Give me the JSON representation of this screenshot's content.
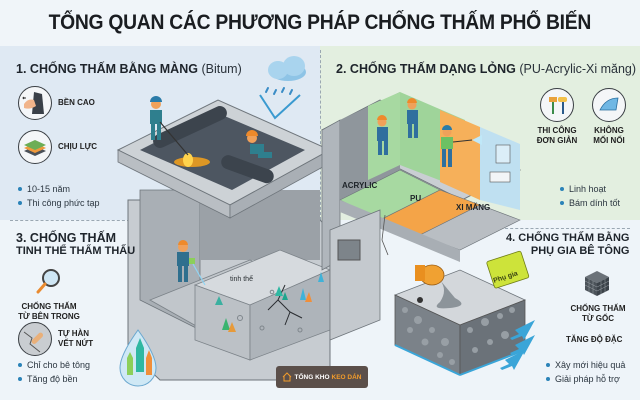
{
  "title": "TỔNG QUAN CÁC PHƯƠNG PHÁP CHỐNG THẤM PHỔ BIẾN",
  "colors": {
    "q1_bg": "#dfe9f3",
    "q2_bg": "#e3efe0",
    "bottom_bg": "#eef4f9",
    "bullet": "#2b83b8",
    "acrylic": "#9fd49a",
    "pu": "#f4a448",
    "ximang": "#b9bec3",
    "concrete": "#b4b9be",
    "arrow_blue": "#3aa5d8",
    "logo_bg": "#5b4f4a",
    "logo_accent": "#f39c2b"
  },
  "sections": [
    {
      "number": "1.",
      "title": "CHỐNG THẤM BẰNG MÀNG",
      "subtitle": "(Bitum)",
      "features": [
        {
          "icon": "stretch-membrane-icon",
          "label": "BỀN CAO"
        },
        {
          "icon": "layers-icon",
          "label": "CHỊU LỰC"
        }
      ],
      "bullets": [
        "10-15 năm",
        "Thi công phức tạp"
      ]
    },
    {
      "number": "2.",
      "title": "CHỐNG THẤM DẠNG LỎNG",
      "subtitle": "(PU-Acrylic-Xi măng)",
      "features": [
        {
          "icon": "brush-roller-icon",
          "label_line1": "THI CÔNG",
          "label_line2": "ĐƠN GIẢN"
        },
        {
          "icon": "seamless-sheet-icon",
          "label_line1": "KHÔNG",
          "label_line2": "MỐI NỐI"
        }
      ],
      "floor_labels": [
        "ACRYLIC",
        "PU",
        "XI MĂNG"
      ],
      "bullets": [
        "Linh hoạt",
        "Bám dính tốt"
      ]
    },
    {
      "number": "3.",
      "title_line1": "CHỐNG THẤM",
      "title_line2": "TINH THỂ THẨM THẤU",
      "features": [
        {
          "icon": "magnifier-icon",
          "label_line1": "CHỐNG THẤM",
          "label_line2": "TỪ BÊN TRONG"
        },
        {
          "icon": "crack-seal-icon",
          "label_line1": "TỰ HÀN",
          "label_line2": "VẾT NỨT"
        }
      ],
      "annotation": "tinh thể",
      "bullets": [
        "Chỉ cho bê tông",
        "Tăng độ bền"
      ]
    },
    {
      "number": "4.",
      "title_line1": "CHỐNG THẤM BẰNG",
      "title_line2": "PHỤ GIA BÊ TÔNG",
      "features": [
        {
          "icon": "cube-grid-icon",
          "label_line1": "CHỐNG THẤM",
          "label_line2": "TỪ GỐC"
        },
        {
          "label": "TĂNG ĐỘ ĐẶC"
        }
      ],
      "bag_label": "Phụ gia",
      "bullets": [
        "Xây mới hiệu quả",
        "Giải pháp hỗ trợ"
      ]
    }
  ],
  "logo": {
    "part1": "TỔNG KHO",
    "part2": "KEO DÁN"
  }
}
